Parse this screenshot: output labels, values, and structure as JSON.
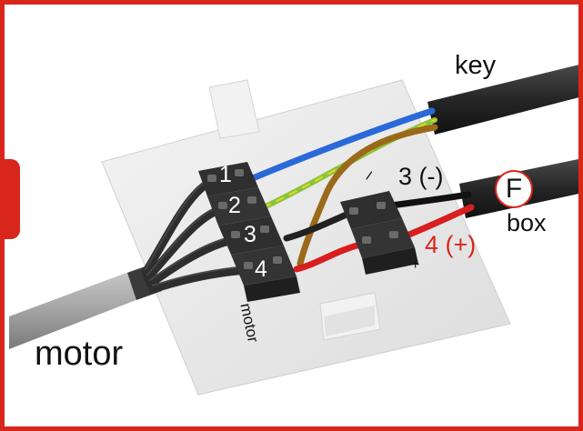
{
  "labels": {
    "key": "key",
    "box": "box",
    "motor_main": "motor",
    "motor_small": "motor",
    "minus_mark": "–",
    "plus_mark": "+",
    "terminal_3": "3 (-)",
    "terminal_4": "4 (+)",
    "badge": "F"
  },
  "terminal_numbers": [
    "1",
    "2",
    "3",
    "4"
  ],
  "colors": {
    "frame": "#d9261c",
    "wire_blue": "#2a6ad8",
    "wire_green_yellow": "#8ac43a",
    "wire_brown": "#9a6a1a",
    "wire_red": "#d81e1e",
    "wire_black": "#222222",
    "cable_dark": "#2b2b2b",
    "cable_grey": "#a9a9a9",
    "plate": "#ececec",
    "terminal_block": "#2f2f2f",
    "label_positive": "#d9261c"
  }
}
